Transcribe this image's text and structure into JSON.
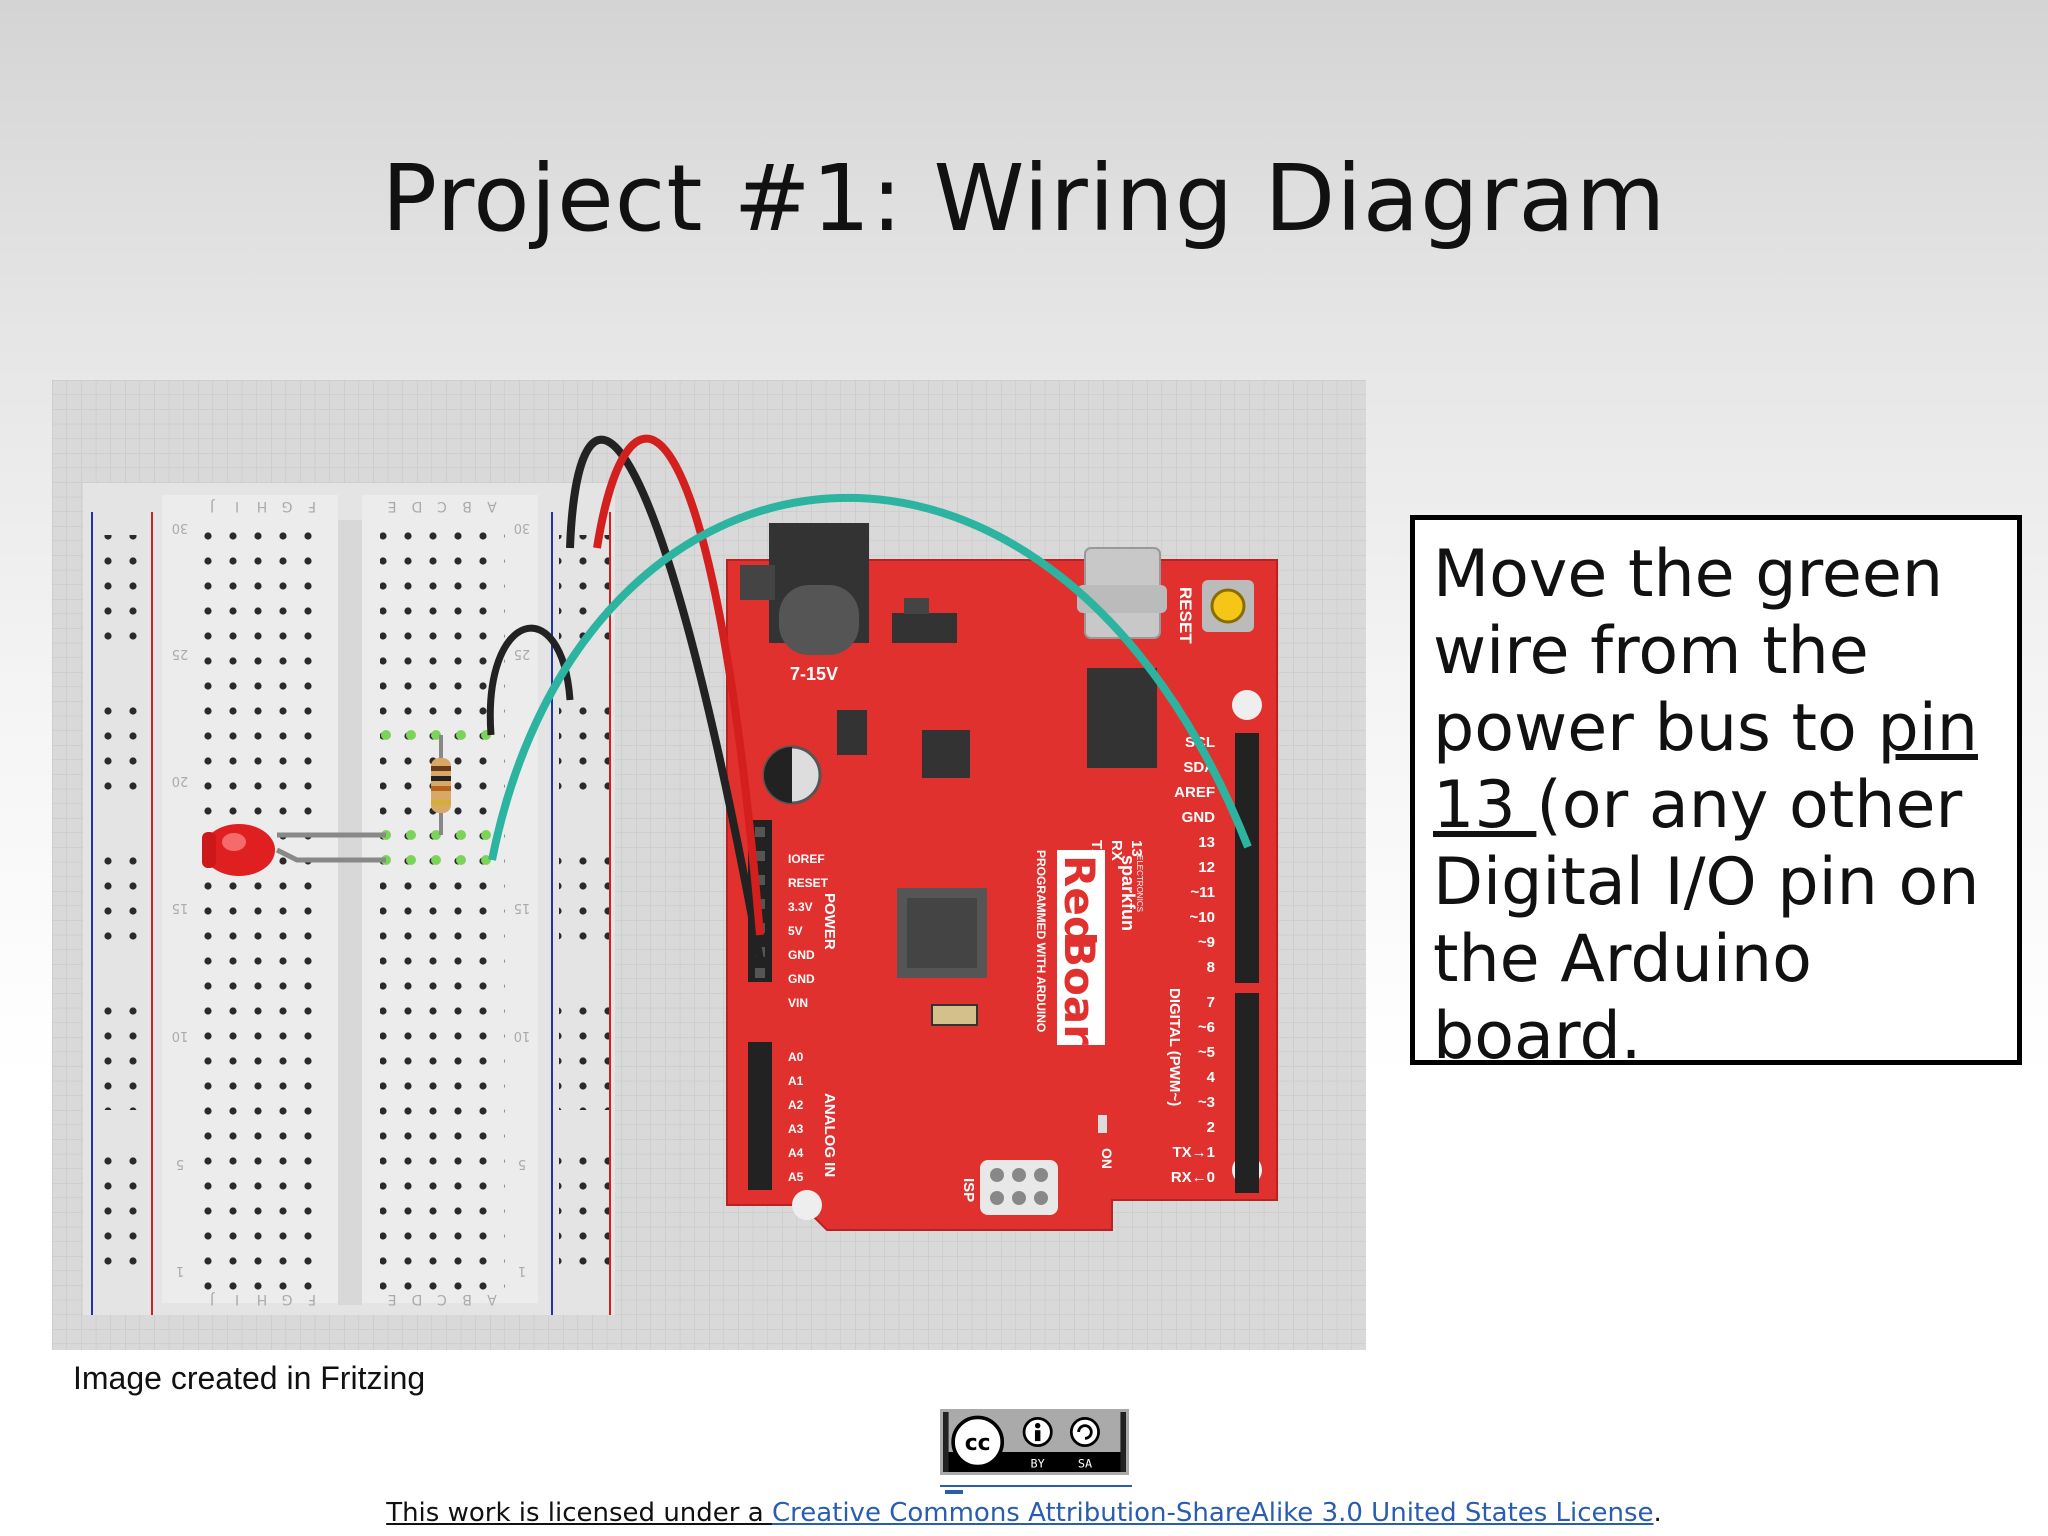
{
  "slide": {
    "title": "Project #1: Wiring Diagram",
    "caption": "Image created in Fritzing",
    "instruction": {
      "part1": "Move the green wire from the power bus to ",
      "link": "pin 13 ",
      "part2": "(or any other Digital I/O pin on the Arduino board."
    },
    "license": {
      "prefix": "This work is licensed under a ",
      "link": "Creative Commons Attribution-ShareAlike 3.0 United States License",
      "suffix": "."
    },
    "cc_badge": {
      "by": "BY",
      "sa": "SA"
    }
  },
  "breadboard": {
    "row_numbers": [
      "30",
      "25",
      "20",
      "15",
      "10",
      "5",
      "1"
    ],
    "column_letters_left": [
      "J",
      "I",
      "H",
      "G",
      "F"
    ],
    "column_letters_right": [
      "E",
      "D",
      "C",
      "B",
      "A"
    ]
  },
  "board": {
    "name_red": "Red",
    "name_board": "Board",
    "subtitle": "PROGRAMMED WITH ARDUINO",
    "brand": "sparkfun",
    "brand_sub": "ELECTRONICS",
    "jack_label": "7-15V",
    "reset_label": "RESET",
    "power_label": "POWER",
    "analog_label": "ANALOG IN",
    "digital_label": "DIGITAL (PWM~)",
    "isp_label": "ISP",
    "on_label": "ON",
    "tx_label": "TX",
    "rx_label": "RX",
    "led13_label": "13",
    "power_pins": [
      "IOREF",
      "RESET",
      "3.3V",
      "5V",
      "GND",
      "GND",
      "VIN"
    ],
    "analog_pins": [
      "A0",
      "A1",
      "A2",
      "A3",
      "A4",
      "A5"
    ],
    "digital_top": [
      "SCL",
      "SDA",
      "AREF",
      "GND",
      "13",
      "12",
      "~11",
      "~10",
      "~9",
      "8"
    ],
    "digital_bottom": [
      "7",
      "~6",
      "~5",
      "4",
      "~3",
      "2",
      "TX→1",
      "RX←0"
    ]
  },
  "colors": {
    "board": "#e0312f",
    "wire_green": "#2cb4a0",
    "wire_red": "#d41f1f",
    "wire_black": "#222222",
    "link": "#2a5db0"
  }
}
